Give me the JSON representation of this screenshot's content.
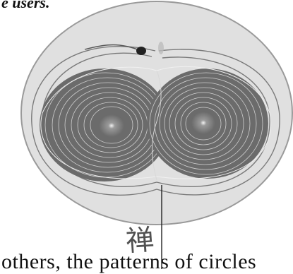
{
  "caption_top": "e users.",
  "caption_bottom": "others, the patterns of circles",
  "figure": {
    "glyph_char": "禅",
    "colors": {
      "disc": "#dfdfdf",
      "disc_edge": "#8a8a8a",
      "spiral": "#5a5a5a",
      "spiral_light": "#cfcfcf",
      "core": "#ececec",
      "ink": "#222222"
    }
  }
}
